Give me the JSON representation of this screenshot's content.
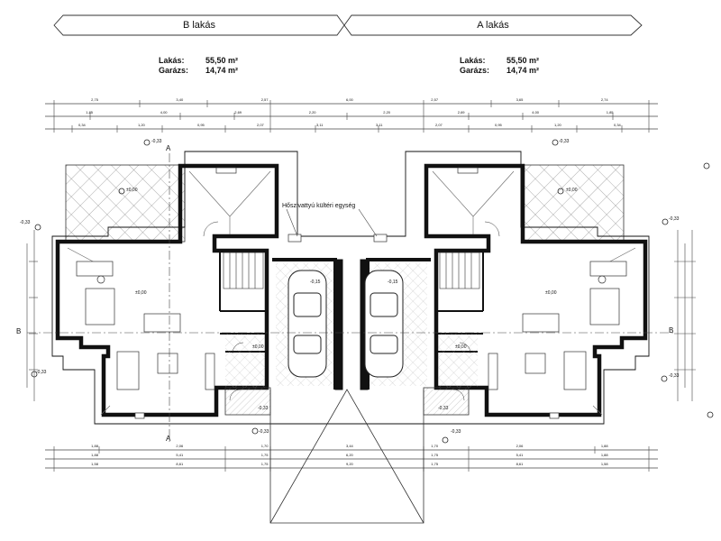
{
  "banners": {
    "left": "B lakás",
    "right": "A lakás"
  },
  "summary_left": {
    "lakas_label": "Lakás:",
    "lakas_value": "55,50 m²",
    "garazs_label": "Garázs:",
    "garazs_value": "14,74 m²"
  },
  "summary_right": {
    "lakas_label": "Lakás:",
    "lakas_value": "55,50 m²",
    "garazs_label": "Garázs:",
    "garazs_value": "14,74 m²"
  },
  "annotations": {
    "heat_pump": "Hőszivattyú kültéri egység"
  },
  "section_marks": {
    "left_b": "B",
    "right_b": "B",
    "top_a": "A",
    "bottom_a": "A"
  },
  "levels": [
    "-0,33",
    "±0,00",
    "-0,33",
    "-0,33",
    "±0,00",
    "-0,33",
    "-0,33",
    "-0,33",
    "-0,33",
    "-0,33",
    "-0,15",
    "-0,15",
    "±0,00",
    "±0,00",
    "±0,00",
    "±0,00",
    "-0,33",
    "-0,33"
  ],
  "dimensions": {
    "top_rows": [
      [
        "2,75",
        "3,40",
        "2,57",
        "6,00",
        "2,57",
        "3,65",
        "2,74"
      ],
      [
        "1,85",
        "4,00",
        "2,69",
        "2,20",
        "2,20",
        "2,69",
        "4,00",
        "1,85"
      ],
      [
        "0,34",
        "1,20",
        "0,95",
        "2,07",
        "3,11",
        "3,11",
        "2,07",
        "0,95",
        "1,20",
        "0,34"
      ]
    ],
    "bottom_rows": [
      [
        "1,88",
        "2,06",
        "1,70",
        "3,44",
        "1,70",
        "2,06",
        "1,88"
      ],
      [
        "1,88",
        "5,41",
        "1,75",
        "6,20",
        "1,75",
        "5,41",
        "1,88"
      ],
      [
        "1,58",
        "8,61",
        "1,75",
        "9,20",
        "1,75",
        "8,61",
        "1,58"
      ]
    ]
  }
}
